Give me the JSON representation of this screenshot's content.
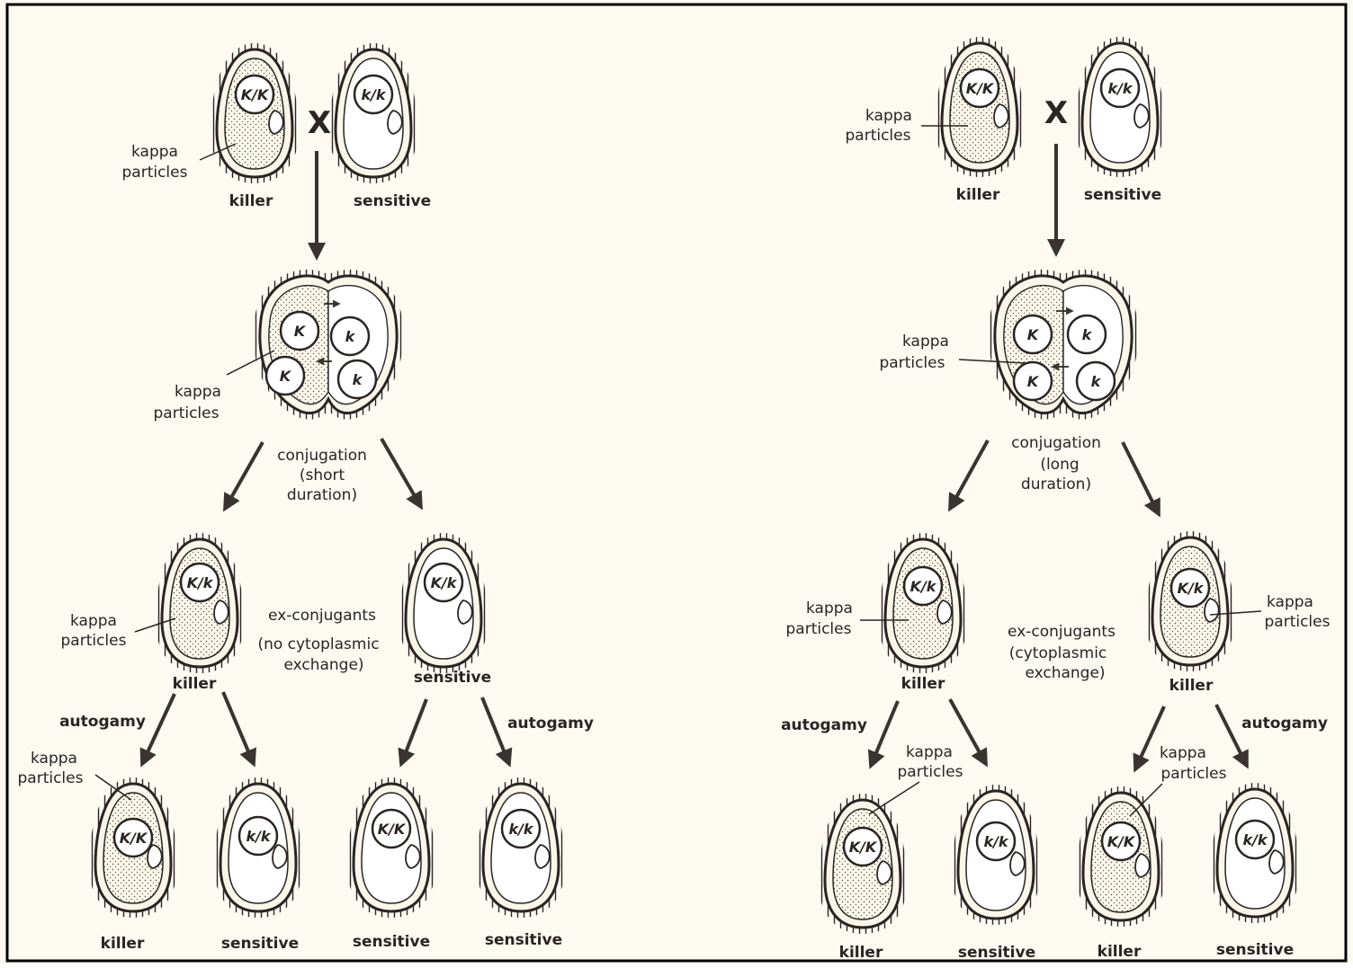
{
  "labels": {
    "killer": "killer",
    "sensitive": "sensitive",
    "kappa": "kappa",
    "particles": "particles",
    "cross": "X",
    "conjugation": "conjugation",
    "short": "(short",
    "long": "(long",
    "duration": "duration)",
    "exconj": "ex-conjugants",
    "no_cyto": "(no cytoplasmic",
    "cyto": "(cytoplasmic",
    "exchange": "exchange)",
    "autogamy": "autogamy"
  },
  "genotypes": {
    "KK": "K/K",
    "kk": "k/k",
    "Kk": "K/k",
    "K": "K",
    "k": "k"
  },
  "colors": {
    "background": "#fdfaf2",
    "ink": "#2a2522",
    "border": "#000000"
  }
}
